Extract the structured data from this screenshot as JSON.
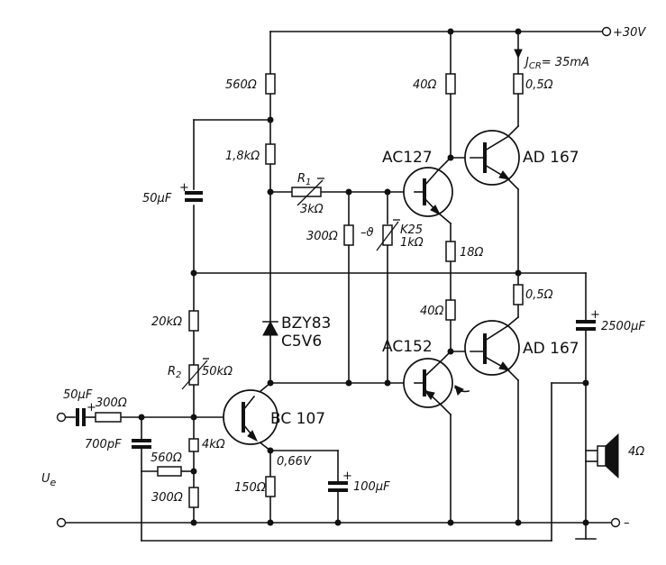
{
  "supply": {
    "label": "+30V"
  },
  "current_note": {
    "label": "J",
    "sub": "CR",
    "value": "= 35mA"
  },
  "input": {
    "label": "U",
    "sub": "e"
  },
  "output": {
    "label": "–"
  },
  "resistors": {
    "r560_top": "560Ω",
    "r1k8": "1,8kΩ",
    "r40_top": "40Ω",
    "r05_top": "0,5Ω",
    "r1_name": "R",
    "r1_sub": "1",
    "r1_val": "3kΩ",
    "r300_mid": "300Ω",
    "k25_name": "K25",
    "k25_val": "1kΩ",
    "k25_sign": "–ϑ",
    "r18": "18Ω",
    "r05_bot": "0,5Ω",
    "r40_mid": "40Ω",
    "r20k": "20kΩ",
    "r2_name": "R",
    "r2_sub": "2",
    "r2_val": "50kΩ",
    "r300_in": "300Ω",
    "r4k": "4kΩ",
    "r560_bot": "560Ω",
    "r300_bot": "300Ω",
    "r150": "150Ω"
  },
  "capacitors": {
    "c50_top": "50μF",
    "c50_in": "50μF",
    "c700": "700pF",
    "c100": "100μF",
    "c2500": "2500μF"
  },
  "voltages": {
    "emitter": "0,66V"
  },
  "components": {
    "zener_line1": "BZY83",
    "zener_line2": "C5V6",
    "t_ac127": "AC127",
    "t_ad167_top": "AD 167",
    "t_ac152": "AC152",
    "t_ad167_bot": "AD 167",
    "t_bc107": "BC 107",
    "speaker": "4Ω"
  }
}
